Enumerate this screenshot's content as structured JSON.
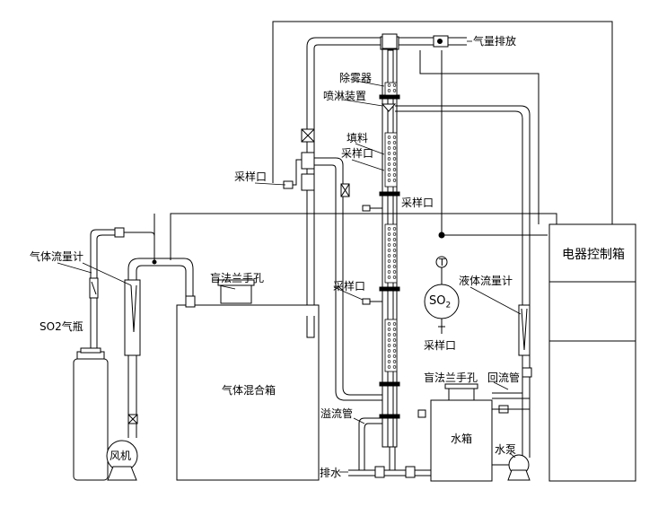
{
  "labels": {
    "gas_exhaust": "气量排放",
    "demister": "除雾器",
    "spray_device": "喷淋装置",
    "packing": "填料",
    "sampling_port": "采样口",
    "control_box": "电器控制箱",
    "gas_flowmeter": "气体流量计",
    "blind_flange_handhole": "盲法兰手孔",
    "so2_cylinder": "SO2气瓶",
    "liquid_flowmeter": "液体流量计",
    "gas_mixing_box": "气体混合箱",
    "return_pipe": "回流管",
    "overflow_pipe": "溢流管",
    "water_tank": "水箱",
    "water_pump": "水泵",
    "fan": "风机",
    "drain": "排水",
    "so2_symbol_main": "SO",
    "so2_symbol_sub": "2",
    "thermo_symbol": "T"
  }
}
